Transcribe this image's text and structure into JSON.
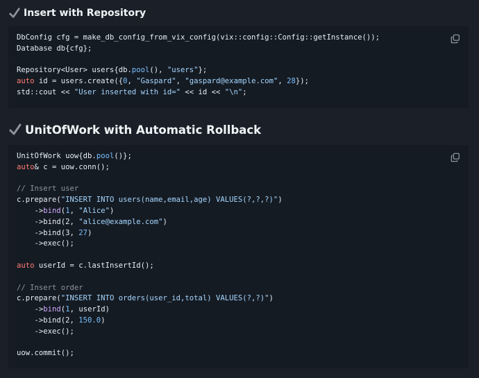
{
  "sections": [
    {
      "title": "Insert with Repository",
      "code": [
        [
          {
            "t": "DbConfig cfg = make_db_config_from_vix_config(vix::config::Config::getInstance());"
          }
        ],
        [
          {
            "t": "Database db{cfg};"
          }
        ],
        [
          {
            "t": ""
          }
        ],
        [
          {
            "t": "Repository<User> users{db."
          },
          {
            "t": "pool",
            "c": "num"
          },
          {
            "t": "(), "
          },
          {
            "t": "\"users\"",
            "c": "str"
          },
          {
            "t": "};"
          }
        ],
        [
          {
            "t": "auto",
            "c": "kw"
          },
          {
            "t": " id = users.create({"
          },
          {
            "t": "0",
            "c": "num"
          },
          {
            "t": ", "
          },
          {
            "t": "\"Gaspard\"",
            "c": "str"
          },
          {
            "t": ", "
          },
          {
            "t": "\"gaspard@example.com\"",
            "c": "str"
          },
          {
            "t": ", "
          },
          {
            "t": "28",
            "c": "num"
          },
          {
            "t": "});"
          }
        ],
        [
          {
            "t": "std::cout << "
          },
          {
            "t": "\"User inserted with id=\"",
            "c": "str"
          },
          {
            "t": " << id << "
          },
          {
            "t": "\"\\n\"",
            "c": "str"
          },
          {
            "t": ";"
          }
        ]
      ]
    },
    {
      "title": "UnitOfWork with Automatic Rollback",
      "code": [
        [
          {
            "t": "UnitOfWork uow{db."
          },
          {
            "t": "pool",
            "c": "num"
          },
          {
            "t": "()};"
          }
        ],
        [
          {
            "t": "auto",
            "c": "kw"
          },
          {
            "t": "& c = uow.conn();"
          }
        ],
        [
          {
            "t": ""
          }
        ],
        [
          {
            "t": "// Insert user",
            "c": "cm"
          }
        ],
        [
          {
            "t": "c.prepare("
          },
          {
            "t": "\"INSERT INTO users(name,email,age) VALUES(?,?,?)\"",
            "c": "str"
          },
          {
            "t": ")"
          }
        ],
        [
          {
            "t": "    ->"
          },
          {
            "t": "bind",
            "c": "fn"
          },
          {
            "t": "("
          },
          {
            "t": "1",
            "c": "num"
          },
          {
            "t": ", "
          },
          {
            "t": "\"Alice\"",
            "c": "str"
          },
          {
            "t": ")"
          }
        ],
        [
          {
            "t": "    ->bind(2, "
          },
          {
            "t": "\"alice@example.com\"",
            "c": "str"
          },
          {
            "t": ")"
          }
        ],
        [
          {
            "t": "    ->bind(3, "
          },
          {
            "t": "27",
            "c": "num"
          },
          {
            "t": ")"
          }
        ],
        [
          {
            "t": "    ->exec();"
          }
        ],
        [
          {
            "t": ""
          }
        ],
        [
          {
            "t": "auto",
            "c": "kw"
          },
          {
            "t": " userId = c.lastInsertId();"
          }
        ],
        [
          {
            "t": ""
          }
        ],
        [
          {
            "t": "// Insert order",
            "c": "cm"
          }
        ],
        [
          {
            "t": "c.prepare("
          },
          {
            "t": "\"INSERT INTO orders(user_id,total) VALUES(?,?)\"",
            "c": "str"
          },
          {
            "t": ")"
          }
        ],
        [
          {
            "t": "    ->"
          },
          {
            "t": "bind",
            "c": "fn"
          },
          {
            "t": "("
          },
          {
            "t": "1",
            "c": "num"
          },
          {
            "t": ", userId)"
          }
        ],
        [
          {
            "t": "    ->bind(2, "
          },
          {
            "t": "150.0",
            "c": "num"
          },
          {
            "t": ")"
          }
        ],
        [
          {
            "t": "    ->exec();"
          }
        ],
        [
          {
            "t": ""
          }
        ],
        [
          {
            "t": "uow.commit();"
          }
        ]
      ]
    }
  ],
  "icons": {
    "heading": "check-mark-icon",
    "copy": "copy-icon"
  },
  "colors": {
    "keyword": "#ff7b72",
    "string": "#a5d6ff",
    "number": "#79c0ff",
    "comment": "#8b949e",
    "function": "#d2a8ff"
  }
}
